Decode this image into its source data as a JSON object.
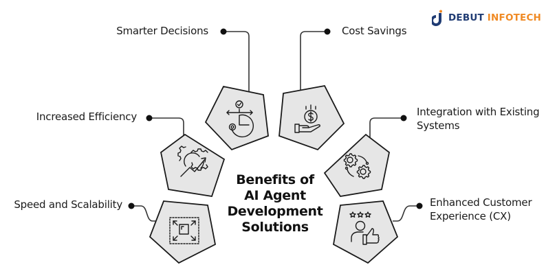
{
  "brand": {
    "name_part1": "DEBUT",
    "name_part2": "INFOTECH",
    "color_primary": "#1f3b73",
    "color_accent": "#f08a24"
  },
  "center_title": {
    "line1": "Benefits of",
    "line2": "AI Agent",
    "line3": "Development",
    "line4": "Solutions"
  },
  "benefits": [
    {
      "label": "Smarter Decisions",
      "icon": "decision-chart-icon"
    },
    {
      "label": "Cost Savings",
      "icon": "dollar-hand-icon"
    },
    {
      "label": "Increased Efficiency",
      "icon": "gear-growth-icon"
    },
    {
      "label": "Integration with Existing",
      "label_line2": "Systems",
      "icon": "gears-integration-icon"
    },
    {
      "label": "Speed and Scalability",
      "icon": "expand-scale-icon"
    },
    {
      "label": "Enhanced Customer",
      "label_line2": "Experience (CX)",
      "icon": "customer-thumbs-up-icon"
    }
  ],
  "colors": {
    "pentagon_fill": "#e6e6e6",
    "stroke": "#1a1a1a"
  }
}
